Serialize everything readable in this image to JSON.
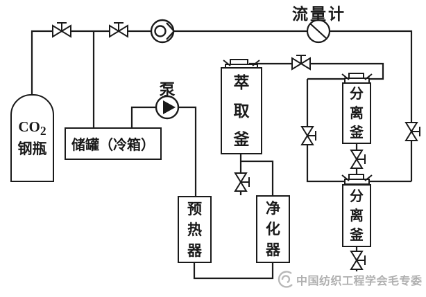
{
  "diagram": {
    "type": "process-flow-diagram",
    "subject": "supercritical CO2 extraction system",
    "vessels": {
      "co2_cylinder": {
        "formula": "CO",
        "formula_sub": "2",
        "name": "钢瓶"
      },
      "storage_tank": {
        "label": "储罐（冷箱）"
      },
      "preheater": {
        "label": "预热器"
      },
      "purifier": {
        "label": "净化器"
      },
      "extractor": {
        "label": "萃取釜"
      },
      "separator1": {
        "label": "分离釜"
      },
      "separator2": {
        "label": "分离釜"
      }
    },
    "equipment": {
      "pump": {
        "label": "泵"
      },
      "flow_meter": {
        "label": "流量计"
      },
      "check_valve": {
        "label": ""
      }
    },
    "valves": {
      "count": 8,
      "positions": [
        "top-line-left",
        "top-line-right-of-junction",
        "extractor-top-outlet",
        "separator1-bypass",
        "right-recycle-line",
        "separator1-bottom",
        "extractor-drain",
        "separator2-drain"
      ]
    },
    "watermark": {
      "text": "中国纺织工程学会毛专委"
    },
    "colors": {
      "line": "#1a1a1a",
      "background": "#ffffff",
      "watermark": "#b0b0b0"
    }
  }
}
